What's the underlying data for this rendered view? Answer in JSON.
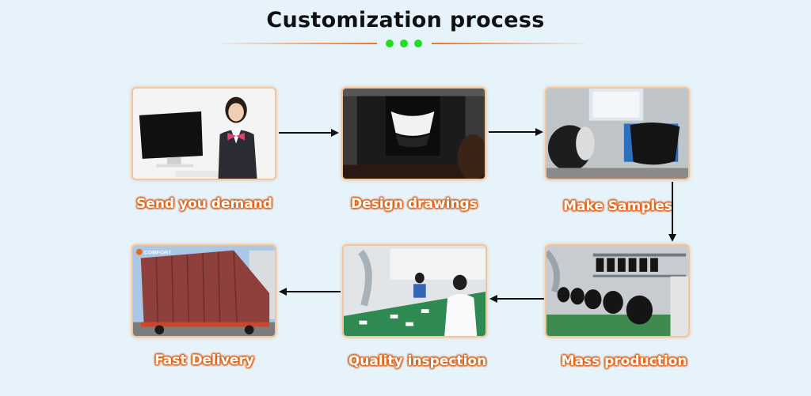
{
  "title": "Customization process",
  "steps": [
    {
      "label": "Send you demand",
      "image": "customer-service-woman-with-computer"
    },
    {
      "label": "Design drawings",
      "image": "cad-design-monitor"
    },
    {
      "label": "Make Samples",
      "image": "sample-products-on-desk"
    },
    {
      "label": "Mass production",
      "image": "factory-production-shelves"
    },
    {
      "label": "Quality inspection",
      "image": "workers-at-assembly-line"
    },
    {
      "label": "Fast Delivery",
      "image": "shipping-container-truck"
    }
  ],
  "logo_text": "COMFORT",
  "colors": {
    "accent_orange": "#ea7428",
    "dot_green": "#22dd22",
    "background": "#e6f3fb"
  }
}
